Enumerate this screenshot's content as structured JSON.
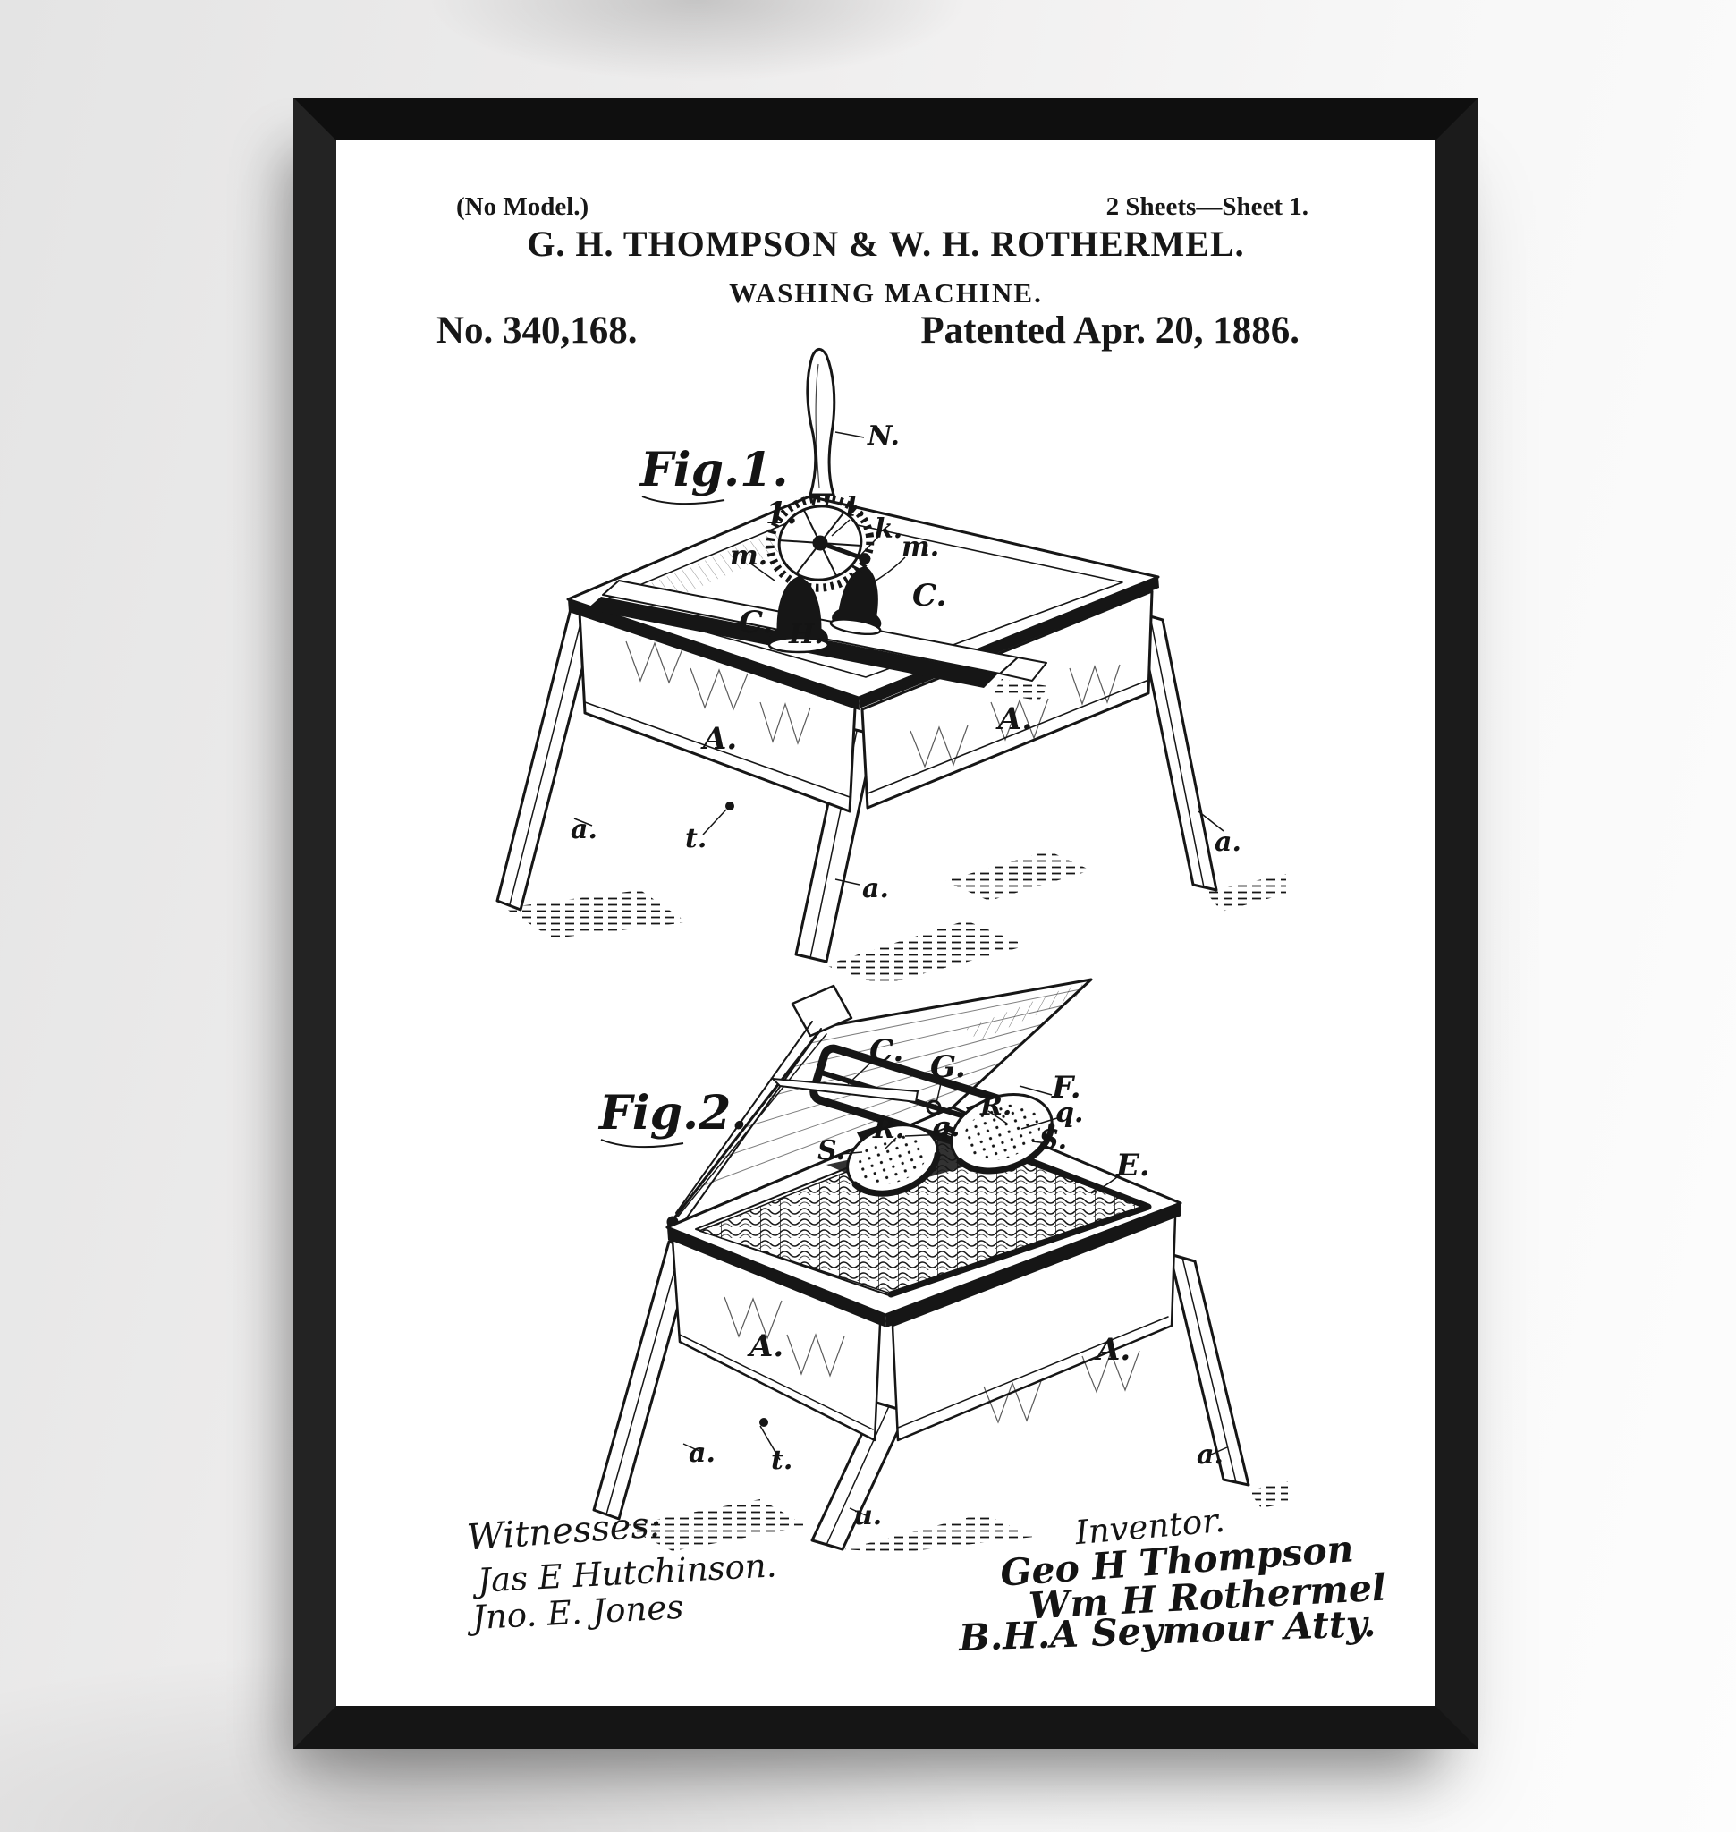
{
  "scene": {
    "wall_color": "#efeeee",
    "paper_color": "#ffffff",
    "ink_color": "#161616",
    "frame_shades": {
      "top": "#0f0f0f",
      "right": "#1b1b1b",
      "bottom": "#151515",
      "left": "#232323"
    }
  },
  "patent": {
    "header": {
      "no_model": "(No Model.)",
      "sheet_info": "2 Sheets—Sheet 1.",
      "inventors_line": "G. H. THOMPSON & W. H. ROTHERMEL.",
      "title": "WASHING MACHINE.",
      "patent_number": "No. 340,168.",
      "patent_date": "Patented Apr. 20, 1886."
    },
    "fig1": {
      "caption": "Fig.1.",
      "parts": {
        "handle": "N.",
        "gear": "1.",
        "pin": "l.",
        "crank": "k.",
        "bracket_left": "m.",
        "bracket_right": "m.",
        "lid_left": "C.",
        "lid_right": "C.",
        "board": "H.",
        "side_left": "A.",
        "side_right": "A.",
        "rail": "t.",
        "leg_left": "a.",
        "leg_front": "a.",
        "leg_right": "a."
      }
    },
    "fig2": {
      "caption": "Fig.2.",
      "parts": {
        "lid": "C.",
        "bar": "G.",
        "frame": "F.",
        "pounder_top": "R.",
        "pounder_bottom": "R.",
        "stem_right": "q.",
        "stem_center": "q.",
        "disc_left": "S.",
        "disc_right": "S.",
        "basket": "E.",
        "side_left": "A.",
        "side_right": "A.",
        "leg_left": "a.",
        "rail": "t.",
        "leg_right": "a.",
        "leg_front": "u."
      }
    },
    "footer": {
      "witnesses_heading": "Witnesses:",
      "witnesses": [
        "Jas E Hutchinson.",
        "Jno. E. Jones"
      ],
      "inventor_heading": "Inventor.",
      "signatures": [
        "Geo H Thompson",
        "Wm H Rothermel",
        "B.H.A Seymour Atty."
      ]
    }
  }
}
